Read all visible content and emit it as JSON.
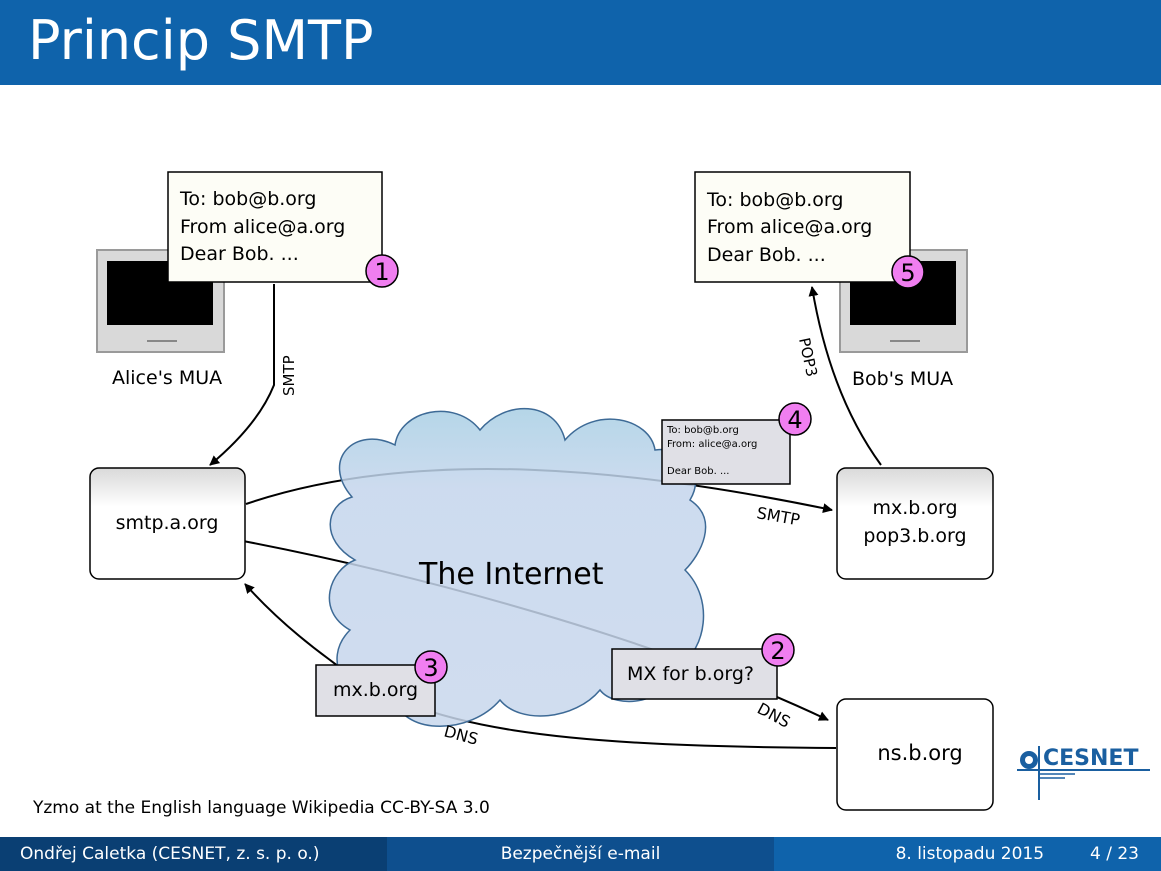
{
  "slide": {
    "title": "Princip SMTP"
  },
  "diagram": {
    "alice_mua": "Alice's MUA",
    "bob_mua": "Bob's MUA",
    "smtp_server": "smtp.a.org",
    "mx_server_line1": "mx.b.org",
    "mx_server_line2": "pop3.b.org",
    "ns_server": "ns.b.org",
    "internet": "The Internet",
    "message1": {
      "line1": "To: bob@b.org",
      "line2": "From alice@a.org",
      "line3": "Dear Bob. ..."
    },
    "message5": {
      "line1": "To: bob@b.org",
      "line2": "From alice@a.org",
      "line3": "Dear Bob. ..."
    },
    "message4": {
      "line1": "To: bob@b.org",
      "line2": "From: alice@a.org",
      "line3": "Dear Bob. ..."
    },
    "query_box": "MX for b.org?",
    "answer_box": "mx.b.org",
    "label_smtp_1": "SMTP",
    "label_smtp_2": "SMTP",
    "label_pop3": "POP3",
    "label_dns_1": "DNS",
    "label_dns_2": "DNS",
    "step1": "1",
    "step2": "2",
    "step3": "3",
    "step4": "4",
    "step5": "5"
  },
  "credit": "Yzmo at the English language Wikipedia CC-BY-SA 3.0",
  "footer": {
    "author": "Ondřej Caletka  (CESNET, z. s. p. o.)",
    "topic": "Bezpečnější e-mail",
    "date": "8. listopadu 2015",
    "page": "4 / 23"
  },
  "logo": "CESNET",
  "colors": {
    "title_bar": "#0f63ab",
    "badge": "#f07ef0",
    "cloud": "#c8d7ec"
  }
}
